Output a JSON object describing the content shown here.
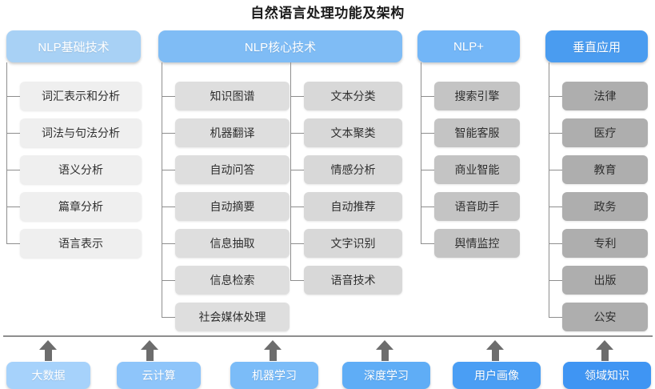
{
  "title": "自然语言处理功能及架构",
  "columns": [
    {
      "id": "nlp-basic",
      "header": "NLP基础技术",
      "items": [
        "词汇表示和分析",
        "词法与句法分析",
        "语义分析",
        "篇章分析",
        "语言表示"
      ]
    },
    {
      "id": "nlp-core",
      "header": "NLP核心技术",
      "items_left": [
        "知识图谱",
        "机器翻译",
        "自动问答",
        "自动摘要",
        "信息抽取",
        "信息检索",
        "社会媒体处理"
      ],
      "items_right": [
        "文本分类",
        "文本聚类",
        "情感分析",
        "自动推荐",
        "文字识别",
        "语音技术"
      ]
    },
    {
      "id": "nlp-plus",
      "header": "NLP+",
      "items": [
        "搜索引擎",
        "智能客服",
        "商业智能",
        "语音助手",
        "舆情监控"
      ]
    },
    {
      "id": "vertical-app",
      "header": "垂直应用",
      "items": [
        "法律",
        "医疗",
        "教育",
        "政务",
        "专利",
        "出版",
        "公安"
      ]
    }
  ],
  "foundation": {
    "items": [
      "大数据",
      "云计算",
      "机器学习",
      "深度学习",
      "用户画像",
      "领域知识"
    ],
    "arrow_icon": "up-arrow-icon"
  },
  "colors": {
    "header_c1": "#a8d1f5",
    "header_c2": "#7fbcf5",
    "header_c3": "#73b6f7",
    "header_c4": "#4a9cf0",
    "leaf_g1": "#efefef",
    "leaf_g2": "#dedede",
    "leaf_g3": "#d8d8d8",
    "leaf_g4": "#c4c4c4",
    "leaf_g5": "#aeaeae",
    "connector": "#8e8e8e",
    "arrow": "#6d6d6d",
    "title": "#1a1a1a"
  },
  "watermark": ""
}
